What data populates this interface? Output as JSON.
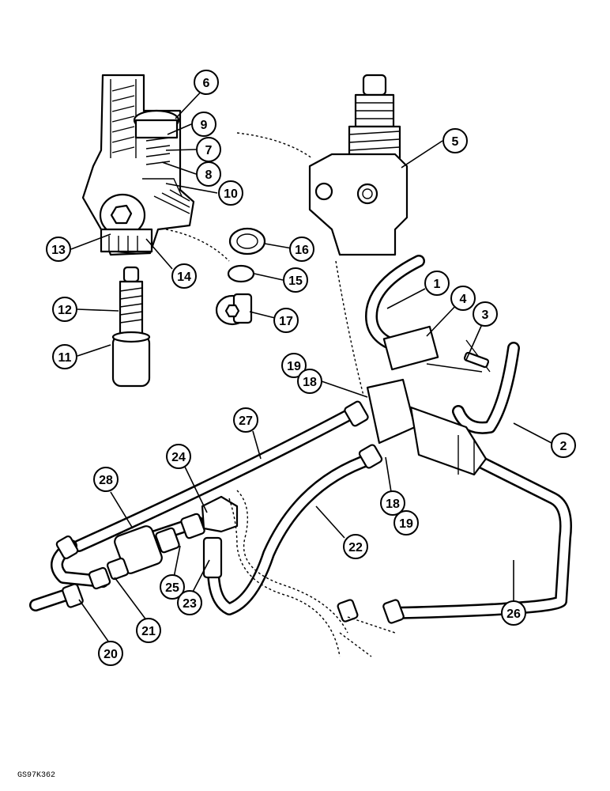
{
  "figure_code": "GS97K362",
  "callouts": [
    {
      "label": "1"
    },
    {
      "label": "2"
    },
    {
      "label": "3"
    },
    {
      "label": "4"
    },
    {
      "label": "5"
    },
    {
      "label": "6"
    },
    {
      "label": "7"
    },
    {
      "label": "8"
    },
    {
      "label": "9"
    },
    {
      "label": "10"
    },
    {
      "label": "11"
    },
    {
      "label": "12"
    },
    {
      "label": "13"
    },
    {
      "label": "14"
    },
    {
      "label": "15"
    },
    {
      "label": "16"
    },
    {
      "label": "17"
    },
    {
      "label": "18"
    },
    {
      "label": "19"
    },
    {
      "label": "18"
    },
    {
      "label": "19"
    },
    {
      "label": "20"
    },
    {
      "label": "21"
    },
    {
      "label": "22"
    },
    {
      "label": "23"
    },
    {
      "label": "24"
    },
    {
      "label": "25"
    },
    {
      "label": "26"
    },
    {
      "label": "27"
    },
    {
      "label": "28"
    }
  ]
}
